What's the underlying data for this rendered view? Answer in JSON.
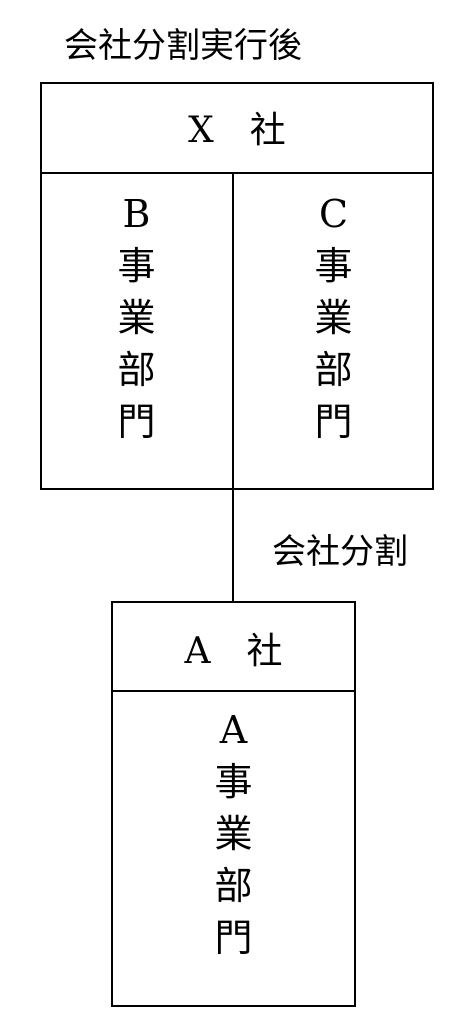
{
  "title": "会社分割実行後",
  "x_company": {
    "name": "X　社",
    "divisions": [
      {
        "label": "B\n事\n業\n部\n門"
      },
      {
        "label": "C\n事\n業\n部\n門"
      }
    ]
  },
  "split_label": "会社分割",
  "a_company": {
    "name": "A　社",
    "division": {
      "label": "A\n事\n業\n部\n門"
    }
  }
}
